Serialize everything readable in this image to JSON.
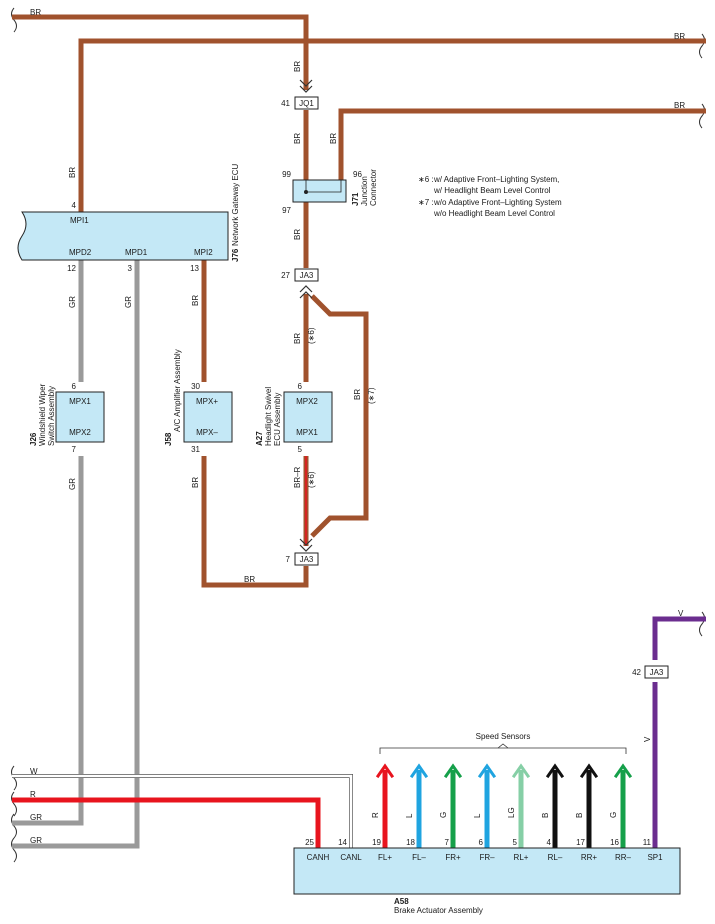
{
  "colors": {
    "BR": "#a0522d",
    "GR": "#9a9a9a",
    "R": "#e8141e",
    "W": "#ffffff",
    "V": "#6b2d8f",
    "L": "#1fa4e0",
    "G": "#15a04a",
    "LG": "#86cfa6",
    "B": "#111111",
    "box_fill": "#c4e8f6"
  },
  "wires": {
    "br": "BR",
    "gr": "GR",
    "r": "R",
    "w": "W",
    "v": "V",
    "l": "L",
    "g": "G",
    "lg": "LG",
    "b": "B",
    "br_r": "BR–R"
  },
  "notes": {
    "n6_ref": "∗6 :",
    "n6_line1": "w/ Adaptive Front–Lighting System,",
    "n6_line2": "w/ Headlight Beam Level Control",
    "n7_ref": "∗7 :",
    "n7_line1": "w/o Adaptive Front–Lighting System",
    "n7_line2": "w/o Headlight Beam Level Control",
    "star6": "(∗6)",
    "star7": "(∗7)"
  },
  "connectors": {
    "jq1": {
      "label": "JQ1",
      "pin": "41"
    },
    "ja3_top": {
      "label": "JA3",
      "pin": "27"
    },
    "ja3_mid": {
      "label": "JA3",
      "pin": "7"
    },
    "ja3_right": {
      "label": "JA3",
      "pin": "42"
    }
  },
  "components": {
    "j71": {
      "code": "J71",
      "name1": "Junction",
      "name2": "Connector",
      "pin_a": "99",
      "pin_b": "96",
      "pin_c": "97"
    },
    "j76": {
      "code": "J76",
      "name": "Network Gateway ECU",
      "mpi1": "MPI1",
      "mpd2": "MPD2",
      "mpd1": "MPD1",
      "mpi2": "MPI2",
      "pin_mpi1": "4",
      "pin_mpd2": "12",
      "pin_mpd1": "3",
      "pin_mpi2": "13"
    },
    "j26": {
      "code": "J26",
      "name1": "Windshield Wiper",
      "name2": "Switch Assembly",
      "mpx1": "MPX1",
      "mpx2": "MPX2",
      "pin_mpx1": "6",
      "pin_mpx2": "7"
    },
    "j58": {
      "code": "J58",
      "name": "A/C Amplifier Assembly",
      "mpxp": "MPX+",
      "mpxm": "MPX–",
      "pin_p": "30",
      "pin_m": "31"
    },
    "a27": {
      "code": "A27",
      "name1": "Headlight Swivel",
      "name2": "ECU Assembly",
      "mpx2": "MPX2",
      "mpx1": "MPX1",
      "pin_mpx2": "6",
      "pin_mpx1": "5"
    },
    "a58": {
      "code": "A58",
      "name": "Brake Actuator Assembly",
      "sensors_title": "Speed Sensors",
      "pins": [
        {
          "name": "CANH",
          "num": "25"
        },
        {
          "name": "CANL",
          "num": "14"
        },
        {
          "name": "FL+",
          "num": "19",
          "wire": "R"
        },
        {
          "name": "FL–",
          "num": "18",
          "wire": "L"
        },
        {
          "name": "FR+",
          "num": "7",
          "wire": "G"
        },
        {
          "name": "FR–",
          "num": "6",
          "wire": "L"
        },
        {
          "name": "RL+",
          "num": "5",
          "wire": "LG"
        },
        {
          "name": "RL–",
          "num": "4",
          "wire": "B"
        },
        {
          "name": "RR+",
          "num": "17",
          "wire": "B"
        },
        {
          "name": "RR–",
          "num": "16",
          "wire": "G"
        },
        {
          "name": "SP1",
          "num": "11"
        }
      ]
    }
  }
}
